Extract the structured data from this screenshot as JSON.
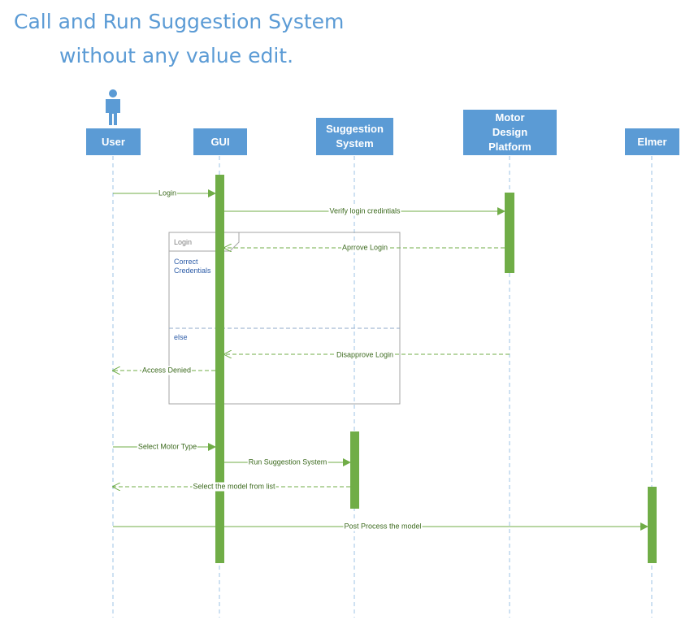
{
  "title": {
    "line1": "Call and Run Suggestion System",
    "line2": "without any value edit."
  },
  "participants": [
    {
      "id": "user",
      "lines": [
        "User"
      ],
      "is_actor": true
    },
    {
      "id": "gui",
      "lines": [
        "GUI"
      ]
    },
    {
      "id": "suggestion",
      "lines": [
        "Suggestion",
        "System"
      ]
    },
    {
      "id": "mdp",
      "lines": [
        "Motor",
        "Design",
        "Platform"
      ]
    },
    {
      "id": "elmer",
      "lines": [
        "Elmer"
      ]
    }
  ],
  "frame": {
    "name": "Login",
    "guard1": "Correct Credentials",
    "guard1_lines": [
      "Correct",
      "Credentials"
    ],
    "guard2": "else"
  },
  "messages": [
    {
      "id": "login",
      "label": "Login",
      "from": "user",
      "to": "gui",
      "style": "solid"
    },
    {
      "id": "verify",
      "label": "Verify login credintials",
      "from": "gui",
      "to": "mdp",
      "style": "solid"
    },
    {
      "id": "approve",
      "label": "Aprrove Login",
      "from": "mdp",
      "to": "gui",
      "style": "dashed"
    },
    {
      "id": "disapprove",
      "label": "Disapprove Login",
      "from": "mdp",
      "to": "gui",
      "style": "dashed"
    },
    {
      "id": "denied",
      "label": "Access Denied",
      "from": "gui",
      "to": "user",
      "style": "dashed"
    },
    {
      "id": "select-motor",
      "label": "Select Motor Type",
      "from": "user",
      "to": "gui",
      "style": "solid"
    },
    {
      "id": "run-suggestion",
      "label": "Run Suggestion System",
      "from": "gui",
      "to": "suggestion",
      "style": "solid"
    },
    {
      "id": "select-model",
      "label": "Select the model from list",
      "from": "suggestion",
      "to": "user",
      "style": "dashed"
    },
    {
      "id": "post-process",
      "label": "Post Process the model",
      "from": "user",
      "to": "elmer",
      "style": "solid"
    }
  ],
  "colors": {
    "participant_fill": "#5b9bd5",
    "participant_text": "#ffffff",
    "lifeline": "#9dc3e6",
    "activation": "#70ad47",
    "message": "#70ad47",
    "label_text": "#3d6b1f",
    "frame_border": "#a6a6a6",
    "title_text": "#5b9bd5"
  }
}
